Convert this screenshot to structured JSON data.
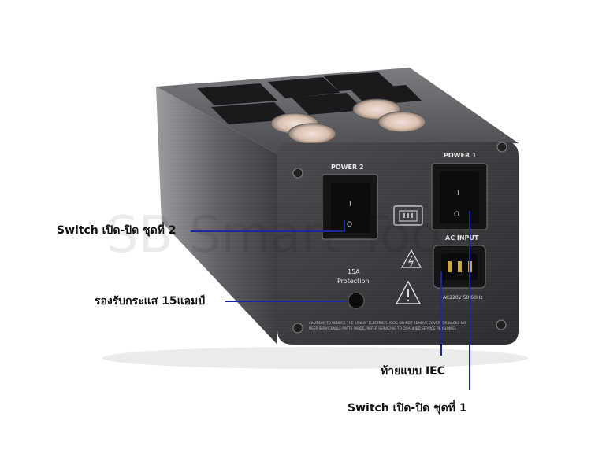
{
  "watermark": "SB Smart Tools",
  "device": {
    "power2_label": "POWER 2",
    "power1_label": "POWER 1",
    "switch_on_mark": "I",
    "switch_off_mark": "O",
    "ac_input_label": "AC INPUT",
    "protection_amp": "15A",
    "protection_label": "Protection",
    "rating_text": "AC220V  50/60Hz",
    "caution_line1": "CAUTION! TO REDUCE THE RISK OF ELECTRIC SHOCK, DO NOT REMOVE COVER (OR BACK). NO",
    "caution_line2": "USER SERVICEABLE PARTS INSIDE. REFER SERVICING TO QUALIFIED SERVICE PERSONNEL."
  },
  "callouts": {
    "switch2": "Switch เปิด-ปิด ชุดที่ 2",
    "fuse": "รองรับกระแส 15แอมป์",
    "iec": "ท้ายแบบ IEC",
    "switch1": "Switch เปิด-ปิด ชุดที่ 1"
  },
  "colors": {
    "callout_line": "#1a2a9e",
    "panel": "#3a3a3e",
    "switch": "#111111"
  }
}
